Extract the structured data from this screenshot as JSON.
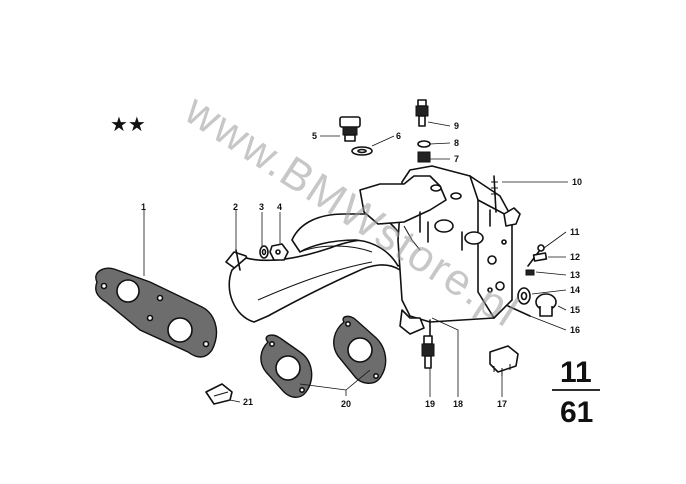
{
  "watermark": "www.BMWstore.pl",
  "marker": "★★",
  "group": {
    "main": "11",
    "sub": "61"
  },
  "callouts": [
    {
      "id": "callout-1",
      "text": "1"
    },
    {
      "id": "callout-2",
      "text": "2"
    },
    {
      "id": "callout-3",
      "text": "3"
    },
    {
      "id": "callout-4",
      "text": "4"
    },
    {
      "id": "callout-5",
      "text": "5"
    },
    {
      "id": "callout-6",
      "text": "6"
    },
    {
      "id": "callout-7",
      "text": "7"
    },
    {
      "id": "callout-8",
      "text": "8"
    },
    {
      "id": "callout-9",
      "text": "9"
    },
    {
      "id": "callout-10",
      "text": "10"
    },
    {
      "id": "callout-11",
      "text": "11"
    },
    {
      "id": "callout-12",
      "text": "12"
    },
    {
      "id": "callout-13",
      "text": "13"
    },
    {
      "id": "callout-14",
      "text": "14"
    },
    {
      "id": "callout-15",
      "text": "15"
    },
    {
      "id": "callout-16",
      "text": "16"
    },
    {
      "id": "callout-17",
      "text": "17"
    },
    {
      "id": "callout-18",
      "text": "18"
    },
    {
      "id": "callout-19",
      "text": "19"
    },
    {
      "id": "callout-20",
      "text": "20"
    },
    {
      "id": "callout-21",
      "text": "21"
    }
  ]
}
